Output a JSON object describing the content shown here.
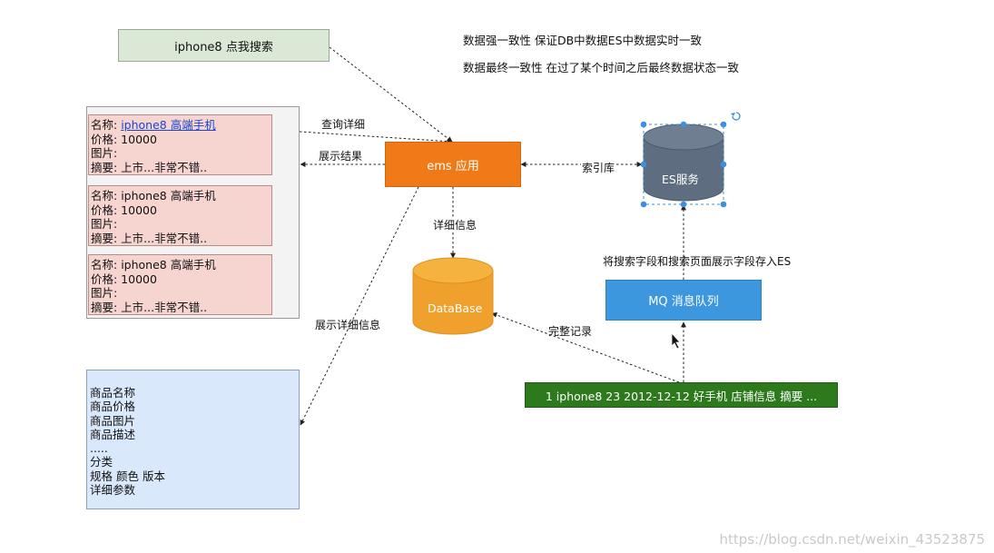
{
  "search_box": "iphone8    点我搜索",
  "notes": [
    "数据强一致性  保证DB中数据ES中数据实时一致",
    "数据最终一致性 在过了某个时间之后最终数据状态一致"
  ],
  "result_cards": [
    {
      "name_prefix": "名称: ",
      "name": "iphone8 高端手机",
      "price": "价格:  10000",
      "image": "图片:",
      "summary": "摘要: 上市...非常不错.."
    },
    {
      "name_prefix": "名称: ",
      "name": "iphone8 高端手机",
      "price": "价格:  10000",
      "image": "图片:",
      "summary": "摘要: 上市...非常不错.."
    },
    {
      "name_prefix": "名称: ",
      "name": "iphone8 高端手机",
      "price": "价格:  10000",
      "image": "图片:",
      "summary": "摘要: 上市...非常不错.."
    }
  ],
  "nodes": {
    "ems": "ems 应用",
    "es": "ES服务",
    "database": "DataBase",
    "mq": "MQ 消息队列",
    "record": "1 iphone8  23 2012-12-12  好手机  店铺信息  摘要 ..."
  },
  "edge_labels": {
    "query_detail": "查询详细",
    "show_result": "展示结果",
    "index": "索引库",
    "detail_info": "详细信息",
    "show_detail_info": "展示详细信息",
    "store_to_es": "将搜索字段和搜索页面展示字段存入ES",
    "full_record": "完整记录"
  },
  "detail_lines": [
    "商品名称",
    "商品价格",
    "商品图片",
    "商品描述",
    ".....",
    "分类",
    "规格 颜色   版本",
    "详细参数"
  ],
  "watermark": "https://blog.csdn.net/weixin_43523875",
  "colors": {
    "search_bg": "#dbe8d5",
    "ems": "#f07a18",
    "es": "#5e6e80",
    "database": "#f0a02c",
    "mq": "#3d97df",
    "record": "#2d7a1c",
    "detail_bg": "#dae8fb",
    "card_bg": "#f6d5d1",
    "selection": "#3d8fe0"
  }
}
